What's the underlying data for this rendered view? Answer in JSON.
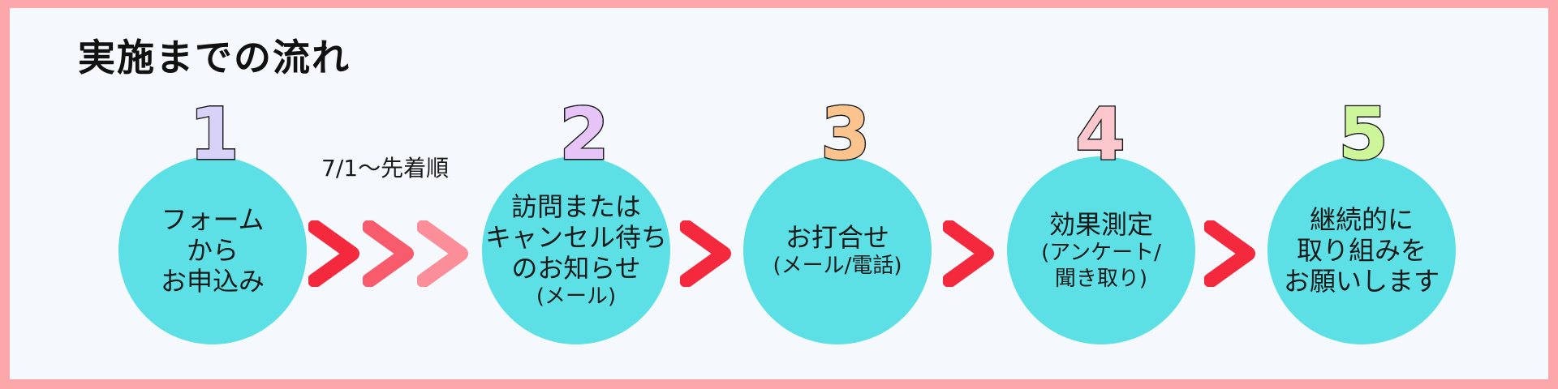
{
  "title": "実施までの流れ",
  "note": "7/1～先着順",
  "colors": {
    "frame": "#fca7aa",
    "background": "#f5f9fd",
    "circle": "#5ce0e6",
    "arrow_primary": "#f5293e",
    "arrow_mid": "#f85c6c",
    "arrow_light": "#fb8e99"
  },
  "steps": [
    {
      "number": "1",
      "number_color": "#d8d2f8",
      "lines": [
        {
          "text": "フォーム",
          "size": "normal"
        },
        {
          "text": "から",
          "size": "normal"
        },
        {
          "text": "お申込み",
          "size": "normal"
        }
      ]
    },
    {
      "number": "2",
      "number_color": "#e7c4f7",
      "lines": [
        {
          "text": "訪問または",
          "size": "normal"
        },
        {
          "text": "キャンセル待ち",
          "size": "normal"
        },
        {
          "text": "のお知らせ",
          "size": "normal"
        },
        {
          "text": "(メール)",
          "size": "small"
        }
      ]
    },
    {
      "number": "3",
      "number_color": "#fbc38d",
      "lines": [
        {
          "text": "お打合せ",
          "size": "normal"
        },
        {
          "text": "(メール/電話)",
          "size": "small"
        }
      ]
    },
    {
      "number": "4",
      "number_color": "#fbc6cc",
      "lines": [
        {
          "text": "効果測定",
          "size": "normal"
        },
        {
          "text": "(アンケート/",
          "size": "small"
        },
        {
          "text": "聞き取り)",
          "size": "small"
        }
      ]
    },
    {
      "number": "5",
      "number_color": "#cdf59a",
      "lines": [
        {
          "text": "継続的に",
          "size": "normal"
        },
        {
          "text": "取り組みを",
          "size": "normal"
        },
        {
          "text": "お願いします",
          "size": "normal"
        }
      ]
    }
  ]
}
